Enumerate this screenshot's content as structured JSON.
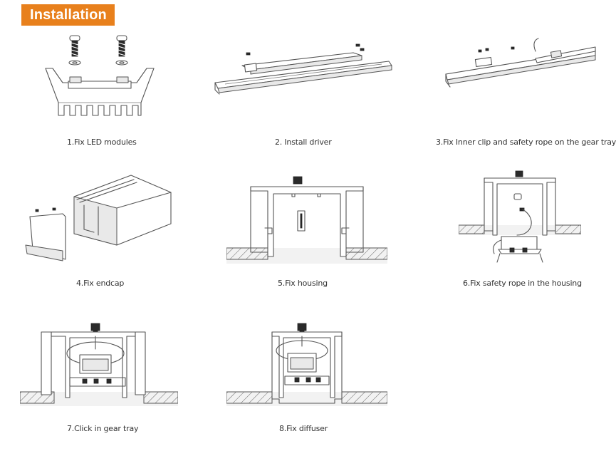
{
  "header": {
    "title": "Installation"
  },
  "steps": [
    {
      "caption": "1.Fix LED modules"
    },
    {
      "caption": "2. Install driver"
    },
    {
      "caption": "3.Fix Inner clip and safety rope on the gear tray"
    },
    {
      "caption": "4.Fix endcap"
    },
    {
      "caption": "5.Fix housing"
    },
    {
      "caption": "6.Fix safety rope in the housing"
    },
    {
      "caption": "7.Click in gear tray"
    },
    {
      "caption": "8.Fix diffuser"
    }
  ],
  "colors": {
    "accent": "#e8801c",
    "line": "#555555"
  }
}
